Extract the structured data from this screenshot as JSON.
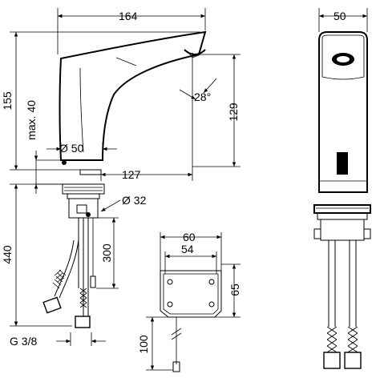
{
  "dimensions": {
    "spout_length": "164",
    "body_width": "50",
    "total_height": "155",
    "max_height": "max. 40",
    "spout_height": "129",
    "angle": "28°",
    "base_diameter": "Ø 50",
    "reach": "127",
    "hole_diameter": "Ø 32",
    "hose_length": "440",
    "cable_length": "300",
    "connection": "G 3/8",
    "box_outer": "60",
    "box_inner": "54",
    "box_height": "65",
    "box_cable": "100"
  }
}
